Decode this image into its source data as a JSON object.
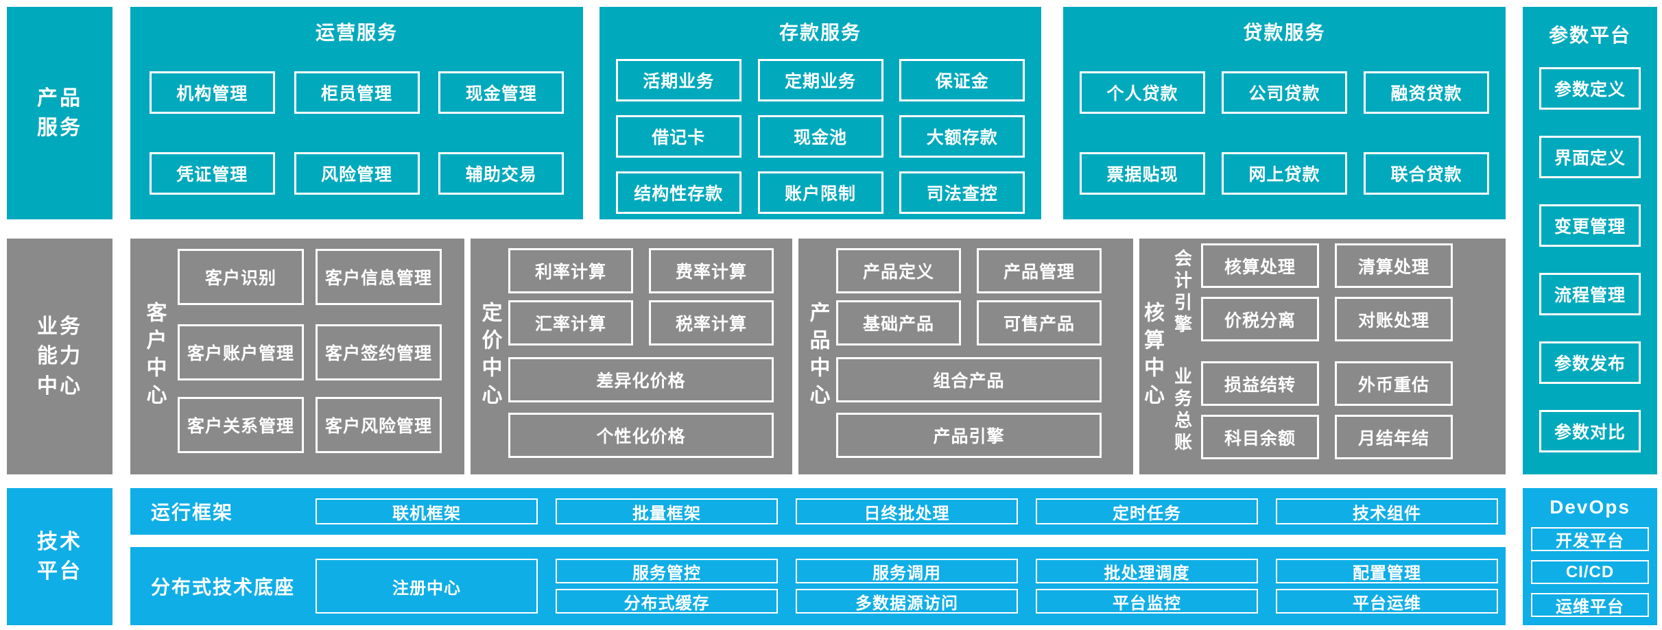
{
  "palette": {
    "teal": "#00a9bc",
    "gray": "#8a8a8a",
    "blue": "#10aee6",
    "text": "#ffffff",
    "background": "#ffffff"
  },
  "product_services": {
    "label_lines": [
      "产品",
      "服务"
    ],
    "ops": {
      "title": "运营服务",
      "rows": [
        [
          "机构管理",
          "柜员管理",
          "现金管理"
        ],
        [
          "凭证管理",
          "风险管理",
          "辅助交易"
        ]
      ]
    },
    "deposit": {
      "title": "存款服务",
      "rows": [
        [
          "活期业务",
          "定期业务",
          "保证金"
        ],
        [
          "借记卡",
          "现金池",
          "大额存款"
        ],
        [
          "结构性存款",
          "账户限制",
          "司法查控"
        ]
      ]
    },
    "loan": {
      "title": "贷款服务",
      "rows": [
        [
          "个人贷款",
          "公司贷款",
          "融资贷款"
        ],
        [
          "票据贴现",
          "网上贷款",
          "联合贷款"
        ]
      ]
    }
  },
  "param_platform": {
    "title": "参数平台",
    "boxes": [
      "参数定义",
      "界面定义",
      "变更管理",
      "流程管理",
      "参数发布",
      "参数对比"
    ]
  },
  "business_capability": {
    "label_lines": [
      "业务",
      "能力",
      "中心"
    ],
    "customer": {
      "label": "客户中心",
      "rows": [
        [
          "客户识别",
          "客户信息管理"
        ],
        [
          "客户账户管理",
          "客户签约管理"
        ],
        [
          "客户关系管理",
          "客户风险管理"
        ]
      ]
    },
    "pricing": {
      "label": "定价中心",
      "rows": [
        [
          "利率计算",
          "费率计算"
        ],
        [
          "汇率计算",
          "税率计算"
        ]
      ],
      "wide": [
        "差异化价格",
        "个性化价格"
      ]
    },
    "product": {
      "label": "产品中心",
      "rows": [
        [
          "产品定义",
          "产品管理"
        ],
        [
          "基础产品",
          "可售产品"
        ]
      ],
      "wide": [
        "组合产品",
        "产品引擎"
      ]
    },
    "accounting": {
      "label": "核算中心",
      "groups": [
        {
          "label": "会计引擎",
          "rows": [
            [
              "核算处理",
              "清算处理"
            ],
            [
              "价税分离",
              "对账处理"
            ]
          ]
        },
        {
          "label": "业务总账",
          "rows": [
            [
              "损益结转",
              "外币重估"
            ],
            [
              "科目余额",
              "月结年结"
            ]
          ]
        }
      ]
    }
  },
  "tech_platform": {
    "label_lines": [
      "技术",
      "平台"
    ],
    "runtime": {
      "label": "运行框架",
      "boxes": [
        "联机框架",
        "批量框架",
        "日终批处理",
        "定时任务",
        "技术组件"
      ]
    },
    "distributed": {
      "label": "分布式技术底座",
      "registry": "注册中心",
      "grid": [
        [
          "服务管控",
          "服务调用",
          "批处理调度",
          "配置管理"
        ],
        [
          "分布式缓存",
          "多数据源访问",
          "平台监控",
          "平台运维"
        ]
      ]
    },
    "devops": {
      "title": "DevOps",
      "boxes": [
        "开发平台",
        "CI/CD",
        "运维平台"
      ]
    }
  }
}
